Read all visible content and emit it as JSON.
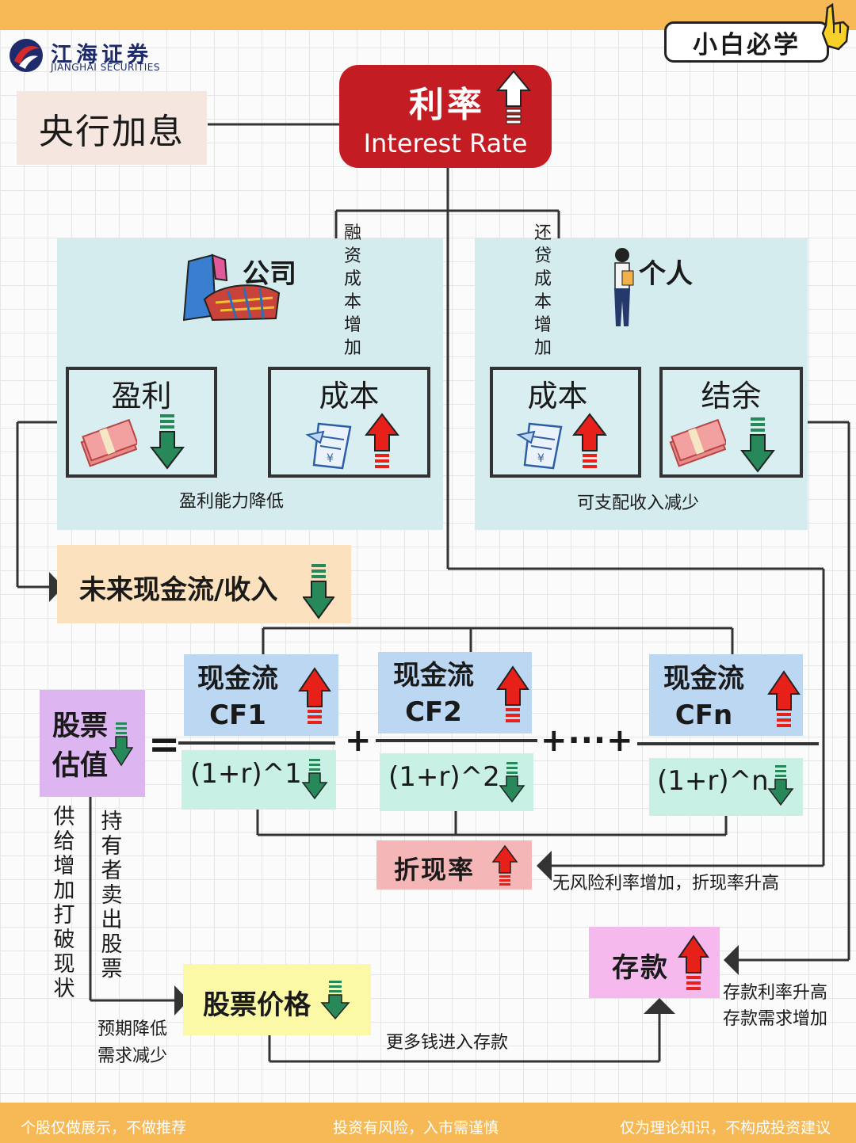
{
  "header": {
    "logo_cn": "江海证券",
    "logo_en": "JIANGHAI SECURITIES",
    "tag": "小白必学"
  },
  "trigger": "央行加息",
  "rate": {
    "cn": "利率",
    "en": "Interest Rate"
  },
  "company": {
    "title": "公司",
    "financing_label": "融资成本增加",
    "profit": "盈利",
    "cost": "成本",
    "loop_label": "盈利能力降低"
  },
  "individual": {
    "title": "个人",
    "loan_label": "还贷成本增加",
    "cost": "成本",
    "balance": "结余",
    "loop_label": "可支配收入减少"
  },
  "future_cashflow": "未来现金流/收入",
  "valuation": "股票估值",
  "equals": "=",
  "cashflows": [
    {
      "title": "现金流",
      "code": "CF1",
      "denominator": "(1+r)^1"
    },
    {
      "title": "现金流",
      "code": "CF2",
      "denominator": "(1+r)^2"
    },
    {
      "title": "现金流",
      "code": "CFn",
      "denominator": "(1+r)^n"
    }
  ],
  "operators": {
    "plus": "+",
    "ellipsis": "+···+"
  },
  "discount_rate": "折现率",
  "riskfree_label": "无风险利率增加，折现率升高",
  "deposit": "存款",
  "deposit_labels": [
    "存款利率升高",
    "存款需求增加"
  ],
  "supply_label": "供给增加打破现状",
  "holders_label": "持有者卖出股票",
  "stock_price": "股票价格",
  "expectation_labels": [
    "预期降低",
    "需求减少"
  ],
  "more_money_label": "更多钱进入存款",
  "footer": {
    "left": "个股仅做展示，不做推荐",
    "center": "投资有风险，入市需谨慎",
    "right": "仅为理论知识，不构成投资建议"
  },
  "colors": {
    "up_arrow": "#e8201a",
    "down_arrow": "#27885a",
    "rate_red": "#c41c23",
    "panel": "#d4ecee",
    "bar": "#f7b955"
  }
}
